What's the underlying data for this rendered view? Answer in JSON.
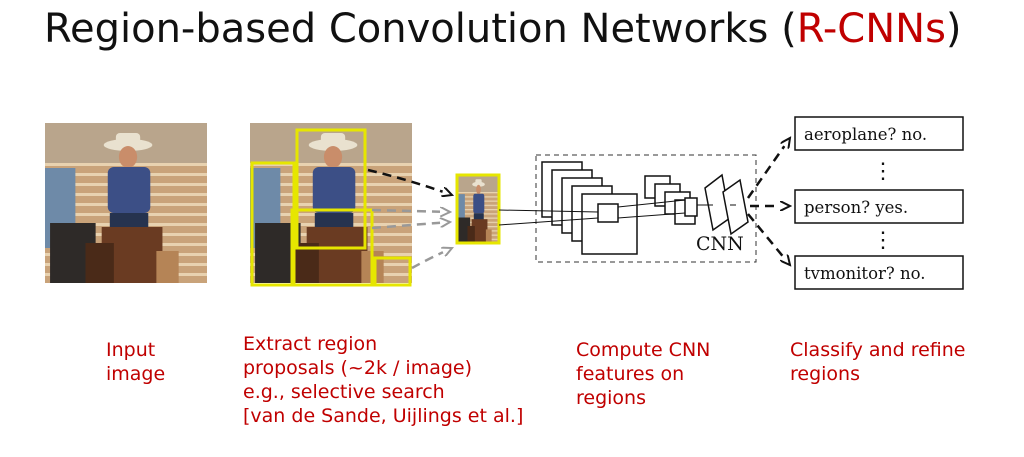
{
  "title": {
    "main": "Region-based Convolution Networks (",
    "accent": "R-CNNs",
    "close": ")"
  },
  "cnn_label": "CNN",
  "outputs": [
    "aeroplane? no.",
    "person? yes.",
    "tvmonitor? no."
  ],
  "ellipsis": "⋮",
  "captions": {
    "input": [
      "Input",
      "image"
    ],
    "extract": [
      "Extract region",
      "proposals (~2k / image)"
    ],
    "extract_note": [
      "e.g., selective search",
      "[van de Sande, Uijlings et al.]"
    ],
    "compute": [
      "Compute CNN",
      "features on",
      "regions"
    ],
    "classify": [
      "Classify and refine",
      "regions"
    ]
  },
  "colors": {
    "accent": "#c00000",
    "proposal_box": "#e6e600",
    "note": "#8a8a8a"
  }
}
